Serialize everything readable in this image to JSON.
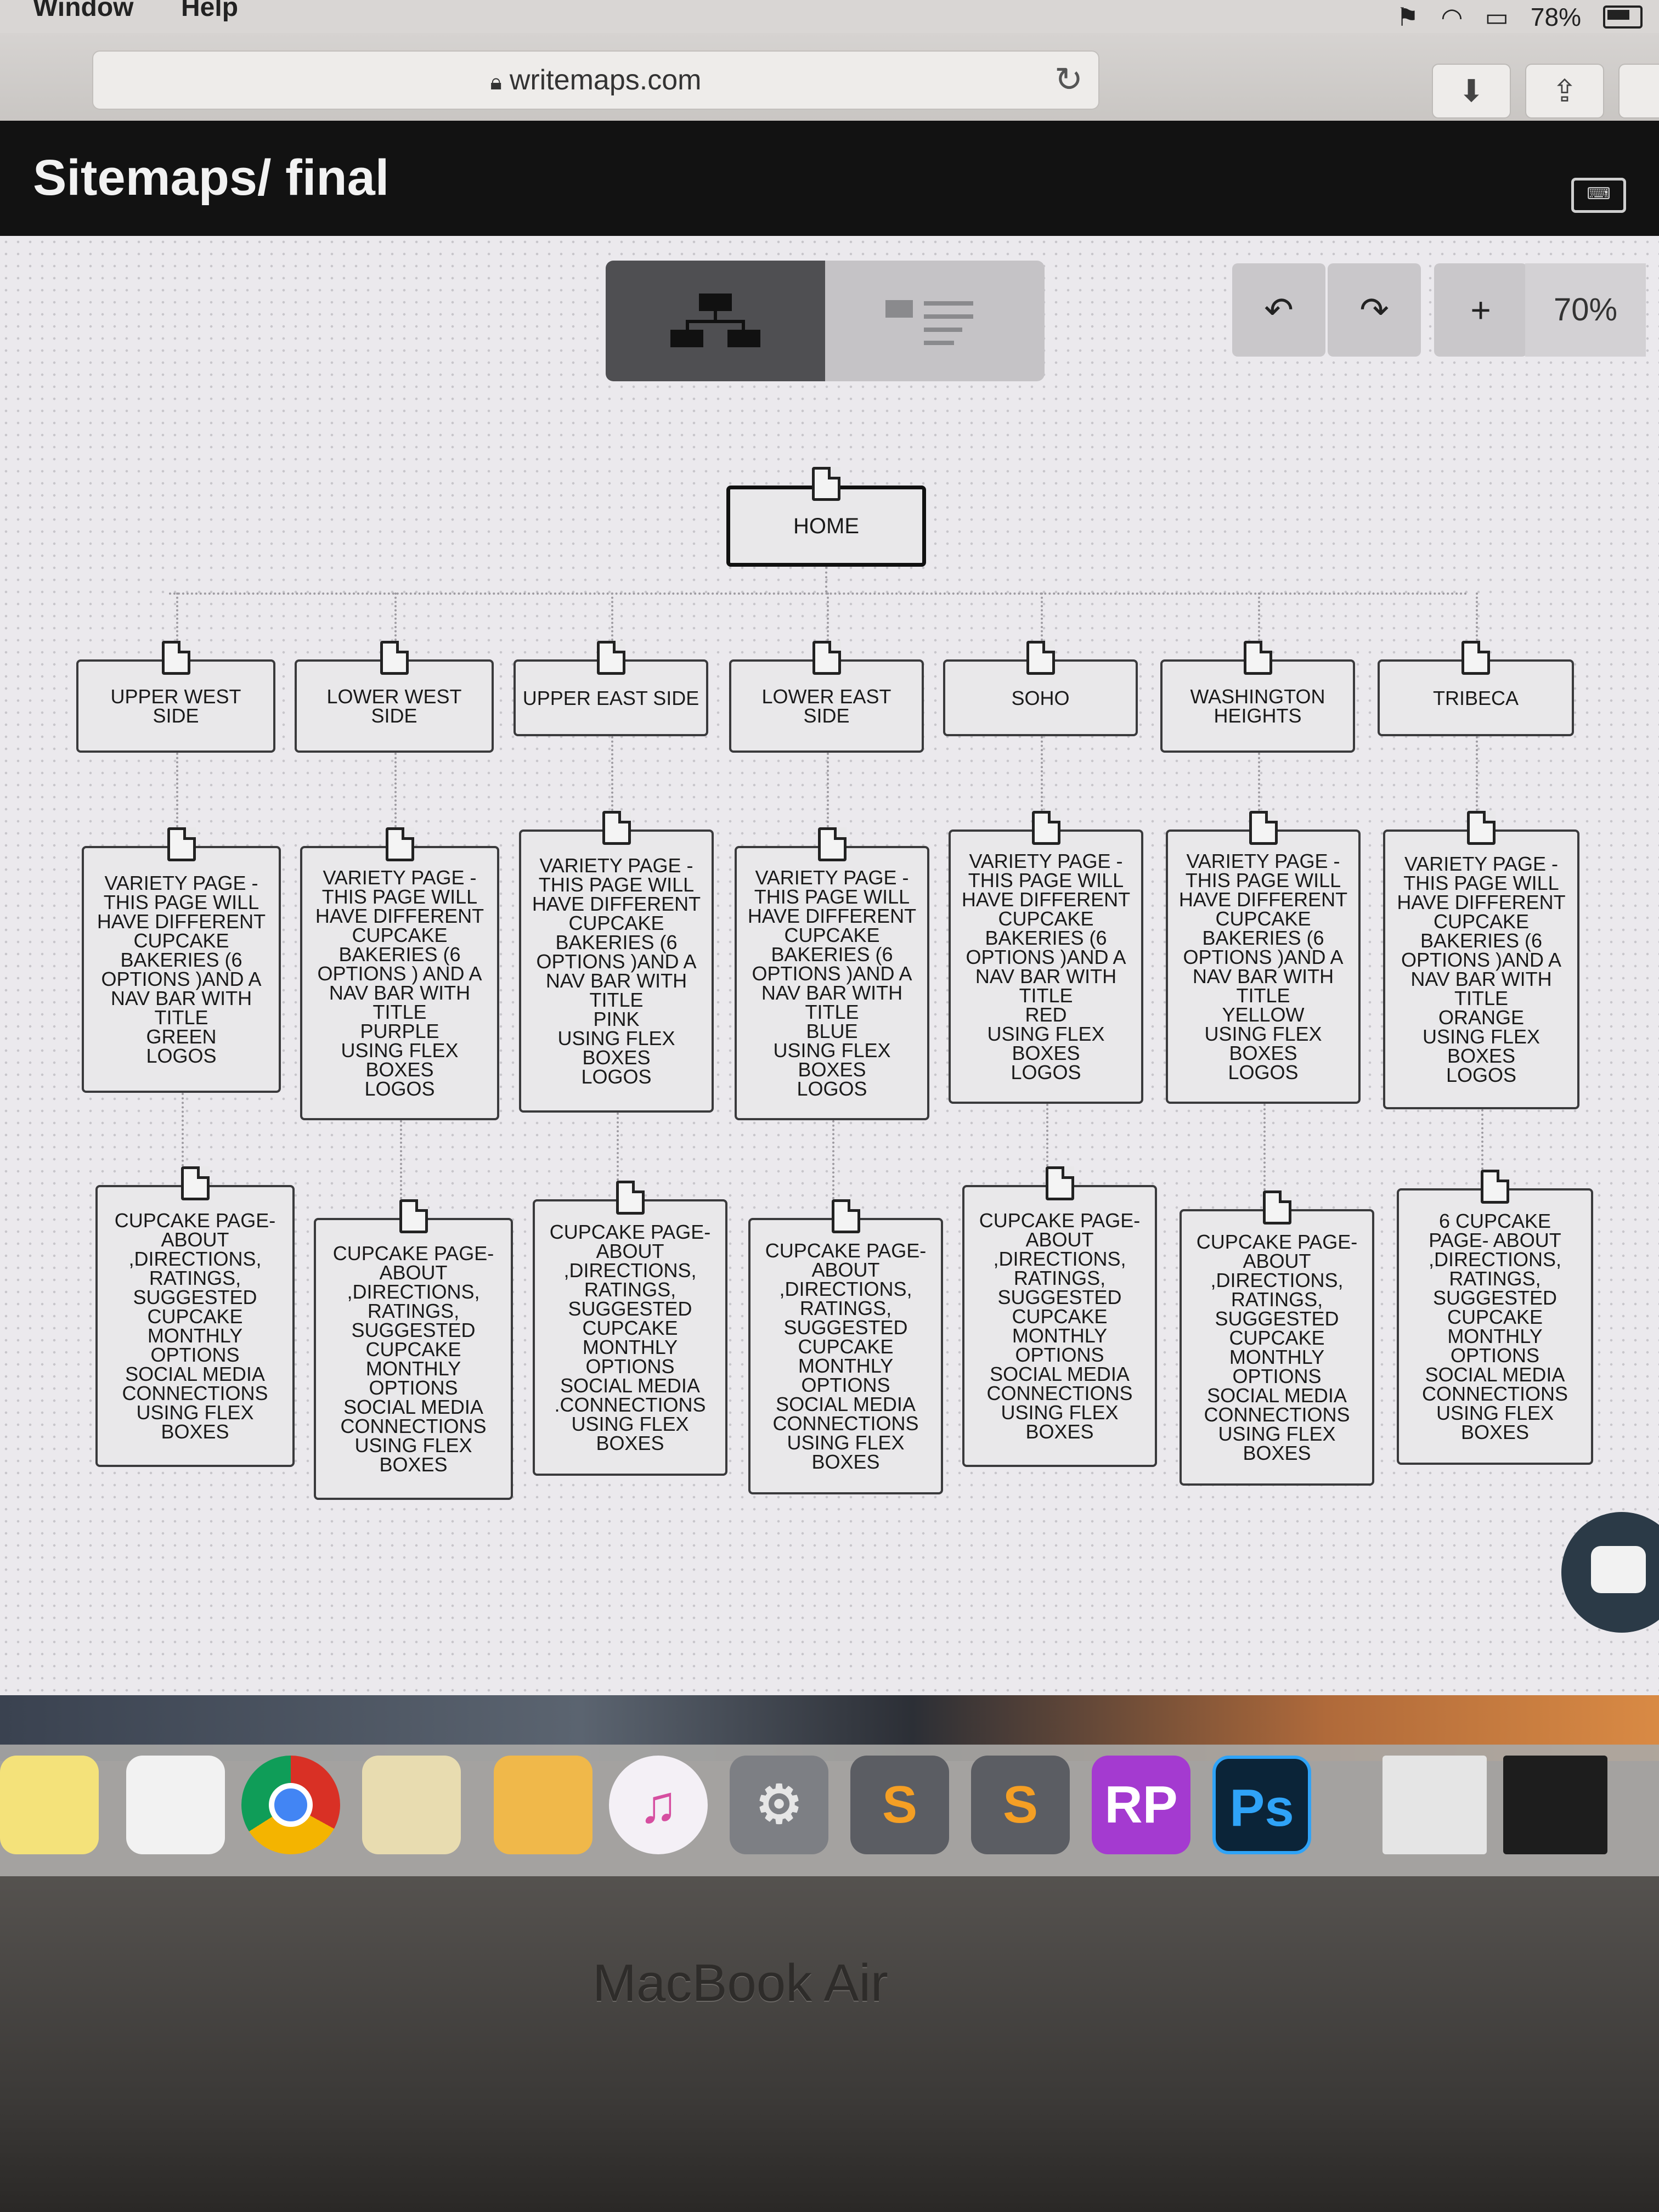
{
  "menubar": {
    "items": [
      "Window",
      "Help"
    ],
    "battery": "78%"
  },
  "browser": {
    "url": "writemaps.com"
  },
  "app": {
    "title": "Sitemaps/ final",
    "zoom": "70%"
  },
  "sitemap": {
    "home": "HOME",
    "level1": [
      "UPPER WEST\nSIDE",
      "LOWER WEST\nSIDE",
      "UPPER EAST SIDE",
      "LOWER EAST\nSIDE",
      "SOHO",
      "WASHINGTON\nHEIGHTS",
      "TRIBECA"
    ],
    "level2": [
      "VARIETY PAGE -\nTHIS PAGE WILL\nHAVE DIFFERENT\nCUPCAKE\nBAKERIES (6\nOPTIONS )AND A\nNAV BAR WITH\nTITLE\nGREEN\nLOGOS",
      "VARIETY PAGE -\nTHIS PAGE WILL\nHAVE DIFFERENT\nCUPCAKE\nBAKERIES (6\nOPTIONS ) AND A\nNAV BAR WITH\nTITLE\nPURPLE\nUSING FLEX\nBOXES\nLOGOS",
      "VARIETY PAGE -\nTHIS PAGE WILL\nHAVE DIFFERENT\nCUPCAKE\nBAKERIES (6\nOPTIONS )AND A\nNAV BAR WITH\nTITLE\nPINK\nUSING FLEX\nBOXES\nLOGOS",
      "VARIETY PAGE -\nTHIS PAGE WILL\nHAVE DIFFERENT\nCUPCAKE\nBAKERIES (6\nOPTIONS )AND A\nNAV BAR WITH\nTITLE\nBLUE\nUSING FLEX\nBOXES\nLOGOS",
      "VARIETY PAGE -\nTHIS PAGE WILL\nHAVE DIFFERENT\nCUPCAKE\nBAKERIES (6\nOPTIONS )AND A\nNAV BAR WITH\nTITLE\nRED\nUSING FLEX\nBOXES\nLOGOS",
      "VARIETY PAGE -\nTHIS PAGE WILL\nHAVE DIFFERENT\nCUPCAKE\nBAKERIES (6\nOPTIONS )AND A\nNAV BAR WITH\nTITLE\nYELLOW\nUSING FLEX\nBOXES\nLOGOS",
      "VARIETY PAGE -\nTHIS PAGE WILL\nHAVE DIFFERENT\nCUPCAKE\nBAKERIES (6\nOPTIONS )AND A\nNAV BAR WITH\nTITLE\nORANGE\nUSING FLEX\nBOXES\nLOGOS"
    ],
    "level3": [
      "CUPCAKE PAGE-\nABOUT\n,DIRECTIONS,\nRATINGS,\nSUGGESTED\nCUPCAKE\nMONTHLY\nOPTIONS\nSOCIAL MEDIA\nCONNECTIONS\nUSING FLEX\nBOXES",
      "CUPCAKE PAGE-\nABOUT\n,DIRECTIONS,\nRATINGS,\nSUGGESTED\nCUPCAKE\nMONTHLY\nOPTIONS\nSOCIAL MEDIA\nCONNECTIONS\nUSING FLEX\nBOXES",
      "CUPCAKE PAGE-\nABOUT\n,DIRECTIONS,\nRATINGS,\nSUGGESTED\nCUPCAKE\nMONTHLY\nOPTIONS\nSOCIAL MEDIA\n.CONNECTIONS\nUSING FLEX\nBOXES",
      "CUPCAKE PAGE-\nABOUT\n,DIRECTIONS,\nRATINGS,\nSUGGESTED\nCUPCAKE\nMONTHLY\nOPTIONS\nSOCIAL MEDIA\nCONNECTIONS\nUSING FLEX\nBOXES",
      "CUPCAKE PAGE-\nABOUT\n,DIRECTIONS,\nRATINGS,\nSUGGESTED\nCUPCAKE\nMONTHLY\nOPTIONS\nSOCIAL MEDIA\nCONNECTIONS\nUSING FLEX\nBOXES",
      "CUPCAKE PAGE-\nABOUT\n,DIRECTIONS,\nRATINGS,\nSUGGESTED\nCUPCAKE\nMONTHLY\nOPTIONS\nSOCIAL MEDIA\nCONNECTIONS\nUSING FLEX\nBOXES",
      "6 CUPCAKE\nPAGE- ABOUT\n,DIRECTIONS,\nRATINGS,\nSUGGESTED\nCUPCAKE\nMONTHLY\nOPTIONS\nSOCIAL MEDIA\nCONNECTIONS\nUSING FLEX\nBOXES"
    ]
  },
  "dock": {
    "items": [
      {
        "name": "notes",
        "label": "",
        "color": "#f4e27a"
      },
      {
        "name": "reminders",
        "label": "",
        "color": "#f2f2f2"
      },
      {
        "name": "chrome",
        "label": "",
        "color": "#ffffff"
      },
      {
        "name": "stickies",
        "label": "",
        "color": "#e8dcb0"
      },
      {
        "name": "pages",
        "label": "",
        "color": "#f0b84a"
      },
      {
        "name": "itunes",
        "label": "♫",
        "color": "#f4f0f6"
      },
      {
        "name": "system-preferences",
        "label": "⚙",
        "color": "#7d7f84"
      },
      {
        "name": "sublime-1",
        "label": "S",
        "color": "#5b5d63"
      },
      {
        "name": "sublime-2",
        "label": "S",
        "color": "#5b5d63"
      },
      {
        "name": "rp",
        "label": "RP",
        "color": "#a43ad0"
      },
      {
        "name": "photoshop",
        "label": "Ps",
        "color": "#0b2438"
      }
    ]
  },
  "device": {
    "brand": "MacBook Air"
  }
}
